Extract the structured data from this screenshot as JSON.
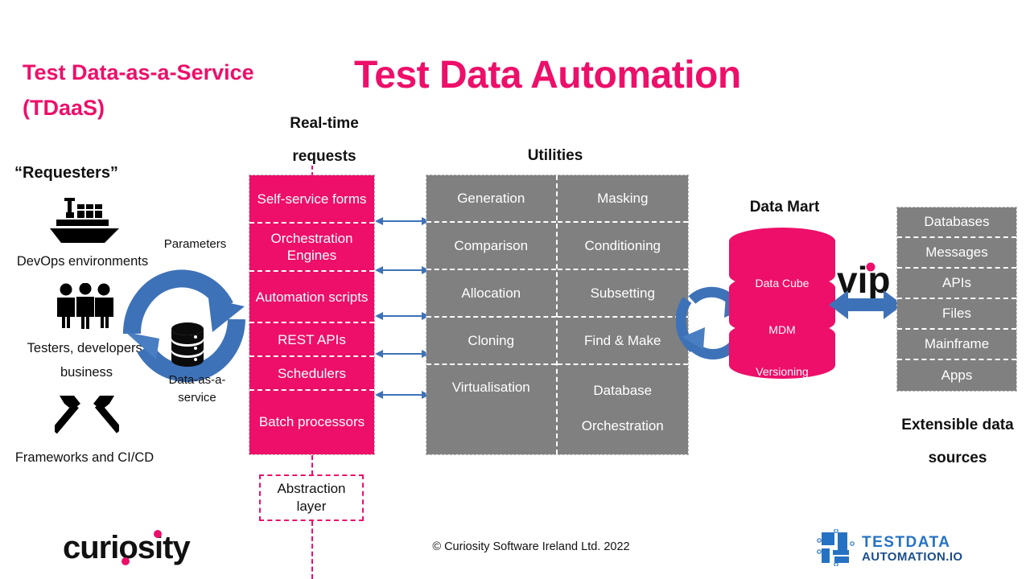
{
  "titles": {
    "tdaas": "Test Data-as-a-Service (TDaaS)",
    "main": "Test Data Automation",
    "requesters": "“Requesters”",
    "realtime": "Real-time requests",
    "utilities": "Utilities",
    "data_mart": "Data Mart",
    "extensible": "Extensible data sources"
  },
  "requesters": [
    {
      "icon": "ship-icon",
      "label": "DevOps environments"
    },
    {
      "icon": "people-group-icon",
      "label": "Testers, developers, business"
    },
    {
      "icon": "hammers-icon",
      "label": "Frameworks and CI/CD"
    }
  ],
  "cycle": {
    "top_label": "Parameters",
    "bottom_label": "Data-as-a-service",
    "center_icon": "database-icon"
  },
  "interfaces": {
    "items": [
      "Self-service forms",
      "Orchestration Engines",
      "Automation scripts",
      "REST APIs",
      "Schedulers",
      "Batch processors"
    ]
  },
  "abstraction": {
    "label": "Abstraction layer"
  },
  "utilities": {
    "left_column": [
      "Generation",
      "Comparison",
      "Allocation",
      "Cloning",
      "Virtualisation"
    ],
    "right_column": [
      "Masking",
      "Conditioning",
      "Subsetting",
      "Find & Make",
      "Database Orchestration"
    ]
  },
  "data_mart": {
    "layers": [
      "Data Cube",
      "MDM",
      "Versioning"
    ]
  },
  "data_sources": {
    "items": [
      "Databases",
      "Messages",
      "APIs",
      "Files",
      "Mainframe",
      "Apps"
    ]
  },
  "logos": {
    "vip": "vip",
    "curiosity": "curiosity",
    "testdata_line1": "TESTDATA",
    "testdata_line2": "AUTOMATION.IO"
  },
  "footer": {
    "copyright": "© Curiosity Software Ireland Ltd. 2022"
  },
  "colors": {
    "pink": "#ED0F69",
    "grey": "#808080",
    "blue": "#3E72B8",
    "blue_dark": "#2E5A94",
    "white": "#FFFFFF"
  }
}
